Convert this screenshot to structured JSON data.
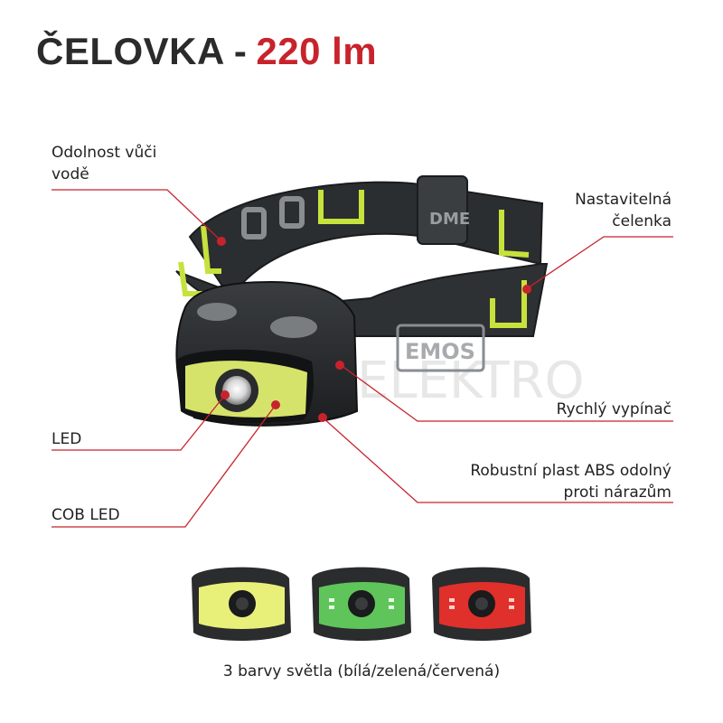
{
  "title": {
    "product": "ČELOVKA",
    "separator": "-",
    "lumens": "220 lm"
  },
  "watermark": "ELEKTRO",
  "strap_logo": "EMOS",
  "callouts": {
    "water": {
      "line1": "Odolnost vůči",
      "line2": "vodě"
    },
    "headband": {
      "line1": "Nastavitelná",
      "line2": "čelenka"
    },
    "switch": "Rychlý vypínač",
    "abs": {
      "line1": "Robustní plast ABS odolný",
      "line2": "proti nárazům"
    },
    "led": "LED",
    "cob": "COB LED"
  },
  "caption": "3 barvy světla (bílá/zelená/červená)",
  "colors": {
    "accent": "#c8232c",
    "strap_green": "#c6e23c",
    "light_white": "#e8f07a",
    "light_green": "#5fc55a",
    "light_red": "#e0302c"
  }
}
